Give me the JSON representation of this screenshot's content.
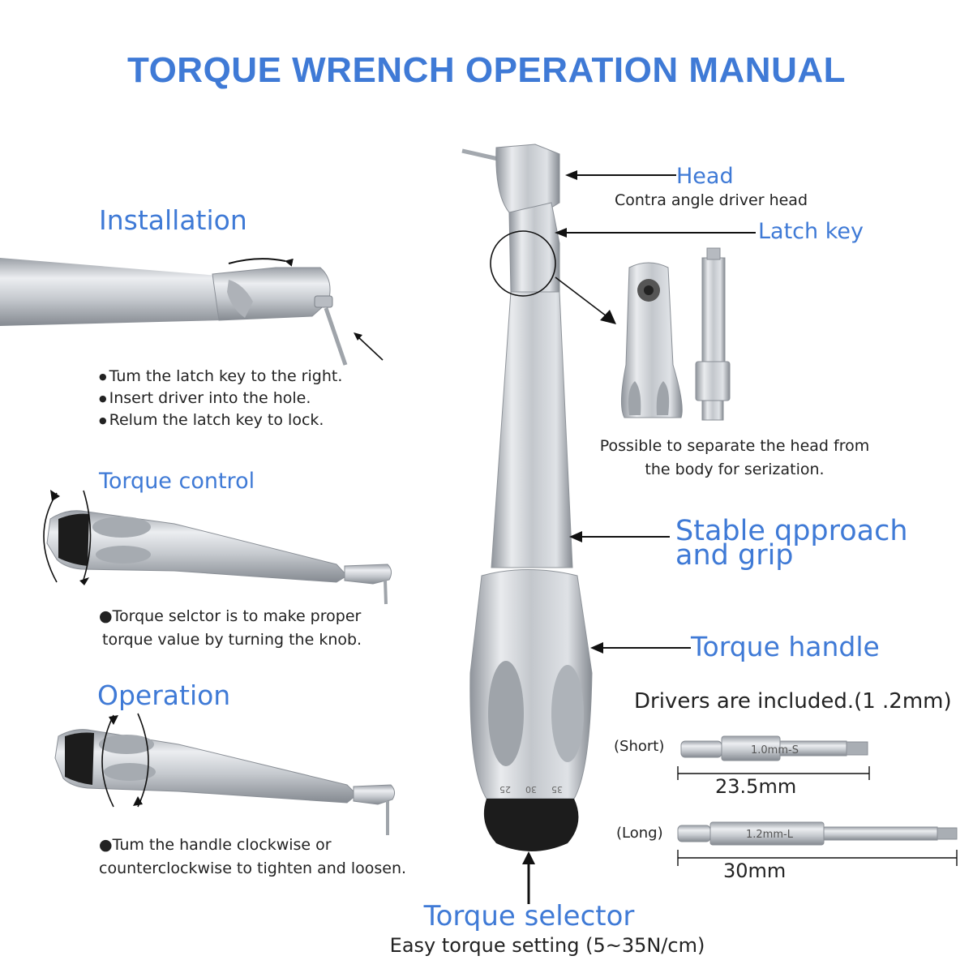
{
  "title": "TORQUE WRENCH OPERATION MANUAL",
  "installation": {
    "heading": "Installation",
    "steps": [
      "Tum the latch key to the right.",
      "Insert driver into the hole.",
      "Relum the latch key to lock."
    ]
  },
  "torque_control": {
    "heading": "Torque control",
    "desc_line1": "Torque selctor is to make proper",
    "desc_line2": "torque value by turning the knob."
  },
  "operation": {
    "heading": "Operation",
    "desc_line1": "Tum the handle clockwise or",
    "desc_line2": "counterclockwise to tighten and loosen."
  },
  "callouts": {
    "head_label": "Head",
    "head_sub": "Contra angle driver head",
    "latch_label": "Latch key",
    "separate_line1": "Possible to separate the head from",
    "separate_line2": "the body for serization.",
    "stable_line1": "Stable qpproach",
    "stable_line2": "and grip",
    "handle_label": "Torque handle",
    "selector_label": "Torque selector",
    "selector_sub": "Easy torque setting (5~35N/cm)"
  },
  "drivers": {
    "heading": "Drivers are included.(1 .2mm)",
    "short_tag": "(Short)",
    "short_engraving": "1.0mm-S",
    "short_length": "23.5mm",
    "long_tag": "(Long)",
    "long_engraving": "1.2mm-L",
    "long_length": "30mm"
  },
  "scale_marks": [
    "35",
    "30",
    "25"
  ],
  "colors": {
    "accent": "#3f7ad6",
    "text": "#222222",
    "metal": "#c9ccd1",
    "knob": "#1c1c1c"
  }
}
